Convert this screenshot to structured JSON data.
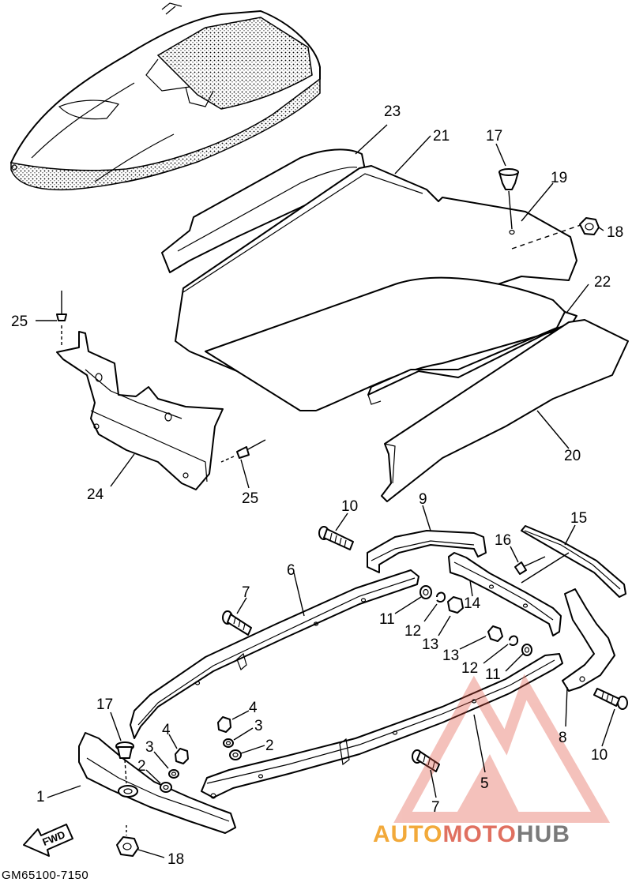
{
  "diagram": {
    "code": "GM65100-7150",
    "fwd_label": "FWD",
    "watermark": {
      "part1": "AUTO",
      "part2": "MOTO",
      "part3": "HUB"
    },
    "labels": {
      "l23": "23",
      "l21": "21",
      "l17a": "17",
      "l19": "19",
      "l18a": "18",
      "l22": "22",
      "l25a": "25",
      "l24": "24",
      "l25b": "25",
      "l20": "20",
      "l10a": "10",
      "l9": "9",
      "l15": "15",
      "l16": "16",
      "l6": "6",
      "l7a": "7",
      "l11a": "11",
      "l12a": "12",
      "l13a": "13",
      "l14": "14",
      "l13b": "13",
      "l12b": "12",
      "l11b": "11",
      "l8": "8",
      "l10b": "10",
      "l17b": "17",
      "l4a": "4",
      "l3a": "3",
      "l2a": "2",
      "l4b": "4",
      "l3b": "3",
      "l2b": "2",
      "l1": "1",
      "l5": "5",
      "l7b": "7",
      "l18b": "18"
    }
  }
}
